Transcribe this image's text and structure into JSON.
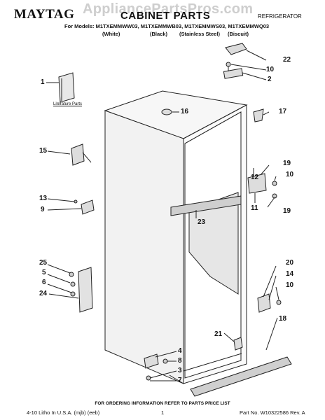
{
  "header": {
    "brand": "MAYTAG",
    "watermark": "AppliancePartsPros.com",
    "title": "CABINET PARTS",
    "category": "REFRIGERATOR",
    "models": "For Models: M1TXEMMWW03, M1TXEMMWB03, M1TXEMMWS03, M1TXEMMWQ03",
    "colors": [
      "(White)",
      "(Black)",
      "(Stainless Steel)",
      "(Biscuit)"
    ]
  },
  "literature_label": "Literature Parts",
  "callouts": [
    "1",
    "2",
    "3",
    "4",
    "5",
    "6",
    "7",
    "8",
    "9",
    "10",
    "10",
    "10",
    "11",
    "12",
    "13",
    "14",
    "15",
    "16",
    "17",
    "18",
    "19",
    "19",
    "20",
    "21",
    "22",
    "23",
    "24",
    "25"
  ],
  "footer": {
    "note": "FOR ORDERING INFORMATION REFER TO PARTS PRICE LIST",
    "left": "4-10 Litho In U.S.A. (mjb) (eeb)",
    "page": "1",
    "right": "Part No. W10322586 Rev. A"
  }
}
